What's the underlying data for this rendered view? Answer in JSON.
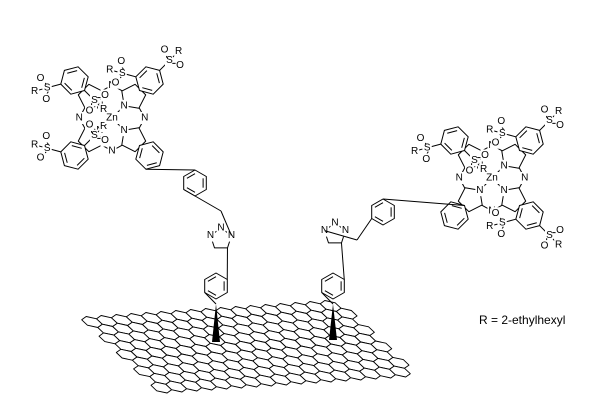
{
  "labels": {
    "zinc": "Zn",
    "nitrogen": "N",
    "sulfur": "S",
    "oxygen": "O",
    "r_group": "R"
  },
  "r_definition": "R = 2-ethylhexyl",
  "colors": {
    "ink": "#000000",
    "background": "#ffffff"
  }
}
